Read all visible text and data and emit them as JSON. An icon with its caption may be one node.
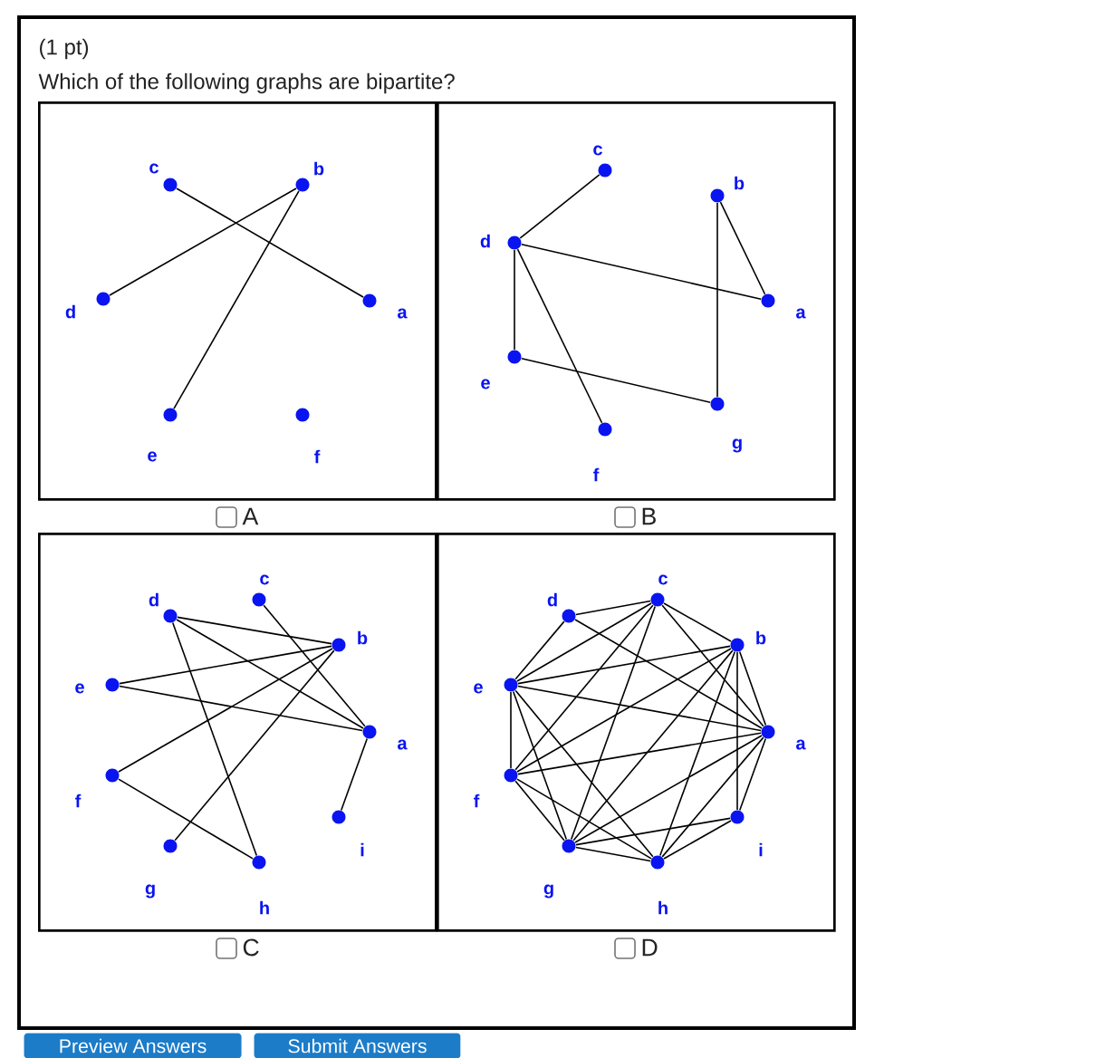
{
  "diagram": {
    "title": "Which of the following graphs are bipartite?",
    "nodes": [
      {
        "text": [],
        "shape": "box",
        "beside": [
          "A"
        ]
      },
      {
        "text": [],
        "shape": "circle",
        "beside": [
          "c"
        ],
        "in": 0
      },
      {
        "text": [],
        "shape": "circle",
        "beside": [
          "b"
        ],
        "in": 0
      },
      {
        "text": [],
        "shape": "circle",
        "beside": [
          "d"
        ],
        "in": 0
      },
      {
        "text": [],
        "shape": "circle",
        "beside": [
          "a"
        ],
        "in": 0
      },
      {
        "text": [],
        "shape": "circle",
        "beside": [
          "e"
        ],
        "in": 0
      },
      {
        "text": [],
        "shape": "circle",
        "beside": [
          "f"
        ],
        "in": 0
      },
      {
        "text": [],
        "shape": "box",
        "beside": [
          "B"
        ]
      },
      {
        "text": [],
        "shape": "circle",
        "beside": [
          "c"
        ],
        "in": 7
      },
      {
        "text": [],
        "shape": "circle",
        "beside": [
          "b"
        ],
        "in": 7
      },
      {
        "text": [],
        "shape": "circle",
        "beside": [
          "d"
        ],
        "in": 7
      },
      {
        "text": [],
        "shape": "circle",
        "beside": [
          "a"
        ],
        "in": 7
      },
      {
        "text": [],
        "shape": "circle",
        "beside": [
          "e"
        ],
        "in": 7
      },
      {
        "text": [],
        "shape": "circle",
        "beside": [
          "g"
        ],
        "in": 7
      },
      {
        "text": [],
        "shape": "circle",
        "beside": [
          "f"
        ],
        "in": 7
      },
      {
        "text": [],
        "shape": "box",
        "beside": [
          "C"
        ]
      },
      {
        "text": [],
        "shape": "circle",
        "beside": [
          "c"
        ],
        "in": 15
      },
      {
        "text": [],
        "shape": "circle",
        "beside": [
          "d"
        ],
        "in": 15
      },
      {
        "text": [],
        "shape": "circle",
        "beside": [
          "b"
        ],
        "in": 15
      },
      {
        "text": [],
        "shape": "circle",
        "beside": [
          "e"
        ],
        "in": 15
      },
      {
        "text": [],
        "shape": "circle",
        "beside": [
          "a"
        ],
        "in": 15
      },
      {
        "text": [],
        "shape": "circle",
        "beside": [
          "f"
        ],
        "in": 15
      },
      {
        "text": [],
        "shape": "circle",
        "beside": [
          "i"
        ],
        "in": 15
      },
      {
        "text": [],
        "shape": "circle",
        "beside": [
          "g"
        ],
        "in": 15
      },
      {
        "text": [],
        "shape": "circle",
        "beside": [
          "h"
        ],
        "in": 15
      },
      {
        "text": [],
        "shape": "box",
        "beside": [
          "D"
        ]
      },
      {
        "text": [],
        "shape": "circle",
        "beside": [
          "c"
        ],
        "in": 25
      },
      {
        "text": [],
        "shape": "circle",
        "beside": [
          "d"
        ],
        "in": 25
      },
      {
        "text": [],
        "shape": "circle",
        "beside": [
          "b"
        ],
        "in": 25
      },
      {
        "text": [],
        "shape": "circle",
        "beside": [
          "e"
        ],
        "in": 25
      },
      {
        "text": [],
        "shape": "circle",
        "beside": [
          "a"
        ],
        "in": 25
      },
      {
        "text": [],
        "shape": "circle",
        "beside": [
          "f"
        ],
        "in": 25
      },
      {
        "text": [],
        "shape": "circle",
        "beside": [
          "i"
        ],
        "in": 25
      },
      {
        "text": [],
        "shape": "circle",
        "beside": [
          "g"
        ],
        "in": 25
      },
      {
        "text": [],
        "shape": "circle",
        "beside": [
          "h"
        ],
        "in": 25
      }
    ],
    "edges": [
      {
        "from": 1,
        "to": 4,
        "arrow": "none"
      },
      {
        "from": 2,
        "to": 3,
        "arrow": "none"
      },
      {
        "from": 2,
        "to": 5,
        "arrow": "none"
      },
      {
        "from": 8,
        "to": 10,
        "arrow": "none"
      },
      {
        "from": 10,
        "to": 11,
        "arrow": "none"
      },
      {
        "from": 10,
        "to": 12,
        "arrow": "none"
      },
      {
        "from": 10,
        "to": 14,
        "arrow": "none"
      },
      {
        "from": 9,
        "to": 11,
        "arrow": "none"
      },
      {
        "from": 9,
        "to": 13,
        "arrow": "none"
      },
      {
        "from": 12,
        "to": 13,
        "arrow": "none"
      },
      {
        "from": 17,
        "to": 18,
        "arrow": "none"
      },
      {
        "from": 17,
        "to": 20,
        "arrow": "none"
      },
      {
        "from": 17,
        "to": 24,
        "arrow": "none"
      },
      {
        "from": 16,
        "to": 20,
        "arrow": "none"
      },
      {
        "from": 19,
        "to": 18,
        "arrow": "none"
      },
      {
        "from": 19,
        "to": 20,
        "arrow": "none"
      },
      {
        "from": 21,
        "to": 18,
        "arrow": "none"
      },
      {
        "from": 21,
        "to": 24,
        "arrow": "none"
      },
      {
        "from": 23,
        "to": 18,
        "arrow": "none"
      },
      {
        "from": 20,
        "to": 22,
        "arrow": "none"
      },
      {
        "from": 27,
        "to": 26,
        "arrow": "none"
      },
      {
        "from": 27,
        "to": 29,
        "arrow": "none"
      },
      {
        "from": 27,
        "to": 30,
        "arrow": "none"
      },
      {
        "from": 26,
        "to": 28,
        "arrow": "none"
      },
      {
        "from": 26,
        "to": 30,
        "arrow": "none"
      },
      {
        "from": 26,
        "to": 29,
        "arrow": "none"
      },
      {
        "from": 26,
        "to": 31,
        "arrow": "none"
      },
      {
        "from": 26,
        "to": 33,
        "arrow": "none"
      },
      {
        "from": 28,
        "to": 29,
        "arrow": "none"
      },
      {
        "from": 28,
        "to": 31,
        "arrow": "none"
      },
      {
        "from": 28,
        "to": 33,
        "arrow": "none"
      },
      {
        "from": 28,
        "to": 34,
        "arrow": "none"
      },
      {
        "from": 28,
        "to": 32,
        "arrow": "none"
      },
      {
        "from": 28,
        "to": 30,
        "arrow": "none"
      },
      {
        "from": 29,
        "to": 30,
        "arrow": "none"
      },
      {
        "from": 29,
        "to": 31,
        "arrow": "none"
      },
      {
        "from": 29,
        "to": 33,
        "arrow": "none"
      },
      {
        "from": 29,
        "to": 34,
        "arrow": "none"
      },
      {
        "from": 31,
        "to": 30,
        "arrow": "none"
      },
      {
        "from": 31,
        "to": 33,
        "arrow": "none"
      },
      {
        "from": 31,
        "to": 34,
        "arrow": "none"
      },
      {
        "from": 33,
        "to": 30,
        "arrow": "none"
      },
      {
        "from": 33,
        "to": 32,
        "arrow": "none"
      },
      {
        "from": 33,
        "to": 34,
        "arrow": "none"
      },
      {
        "from": 34,
        "to": 30,
        "arrow": "none"
      },
      {
        "from": 34,
        "to": 32,
        "arrow": "none"
      },
      {
        "from": 32,
        "to": 30,
        "arrow": "none"
      }
    ],
    "labels": [
      "(1 pt)",
      "Preview Answers",
      "Submit Answers"
    ]
  }
}
